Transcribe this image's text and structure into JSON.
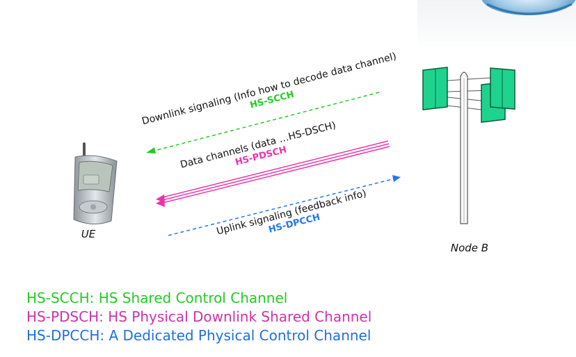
{
  "diagram": {
    "ue_label": "UE",
    "node_label": "Node B",
    "links": [
      {
        "description": "Downlink signaling (Info how to decode data channel)",
        "channel": "HS-SCCH",
        "color": "#22cc22"
      },
      {
        "description": "Data channels (data …HS-DSCH)",
        "channel": "HS-PDSCH",
        "color": "#ee33aa"
      },
      {
        "description": "Uplink signaling (feedback info)",
        "channel": "HS-DPCCH",
        "color": "#2277ee"
      }
    ]
  },
  "legend": [
    {
      "text": "HS-SCCH: HS Shared Control Channel",
      "color": "#22cc22"
    },
    {
      "text": "HS-PDSCH: HS Physical Downlink Shared Channel",
      "color": "#cc33aa"
    },
    {
      "text": "HS-DPCCH: A Dedicated Physical Control Channel",
      "color": "#1f6fe0"
    }
  ]
}
